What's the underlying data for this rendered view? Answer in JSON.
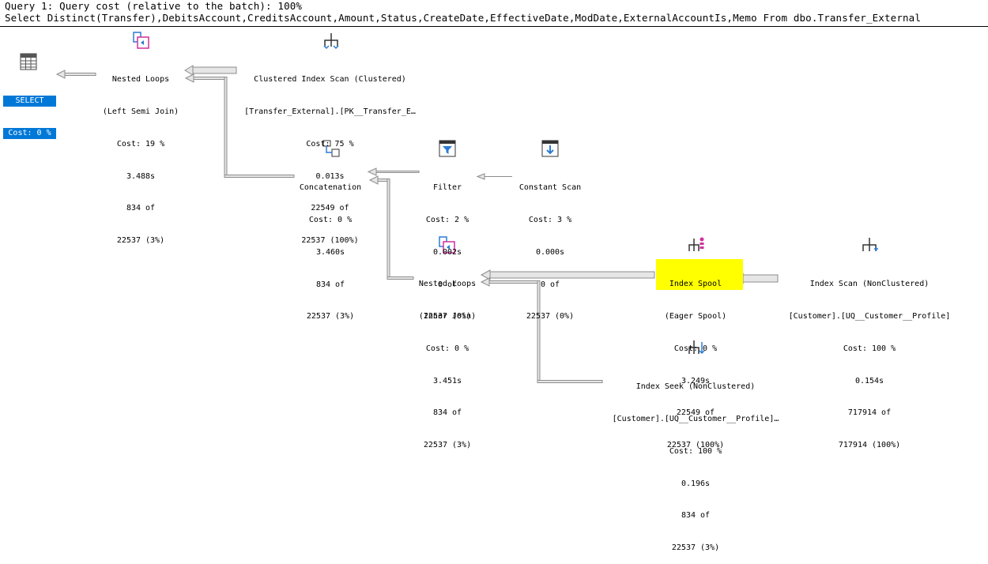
{
  "header": {
    "line1": "Query 1: Query cost (relative to the batch): 100%",
    "line2": "Select Distinct(Transfer),DebitsAccount,CreditsAccount,Amount,Status,CreateDate,EffectiveDate,ModDate,ExternalAccountIs,Memo From dbo.Transfer_External"
  },
  "nodes": {
    "select": {
      "label": "SELECT",
      "cost": "Cost: 0 %",
      "icon": "table-icon"
    },
    "nested_loops_semi": {
      "label": "Nested Loops",
      "sub": "(Left Semi Join)",
      "cost": "Cost: 19 %",
      "time": "3.488s",
      "rows": "834 of",
      "est": "22537 (3%)",
      "icon": "nested-loops-icon"
    },
    "clustered_index_scan": {
      "label": "Clustered Index Scan (Clustered)",
      "sub": "[Transfer_External].[PK__Transfer_E…",
      "cost": "Cost: 75 %",
      "time": "0.013s",
      "rows": "22549 of",
      "est": "22537 (100%)",
      "icon": "clustered-index-scan-icon"
    },
    "concatenation": {
      "label": "Concatenation",
      "cost": "Cost: 0 %",
      "time": "3.460s",
      "rows": "834 of",
      "est": "22537 (3%)",
      "icon": "concatenation-icon"
    },
    "filter": {
      "label": "Filter",
      "cost": "Cost: 2 %",
      "time": "0.002s",
      "rows": "0 of",
      "est": "22537 (0%)",
      "icon": "filter-icon"
    },
    "constant_scan": {
      "label": "Constant Scan",
      "cost": "Cost: 3 %",
      "time": "0.000s",
      "rows": "0 of",
      "est": "22537 (0%)",
      "icon": "constant-scan-icon"
    },
    "nested_loops_inner": {
      "label": "Nested Loops",
      "sub": "(Inner Join)",
      "cost": "Cost: 0 %",
      "time": "3.451s",
      "rows": "834 of",
      "est": "22537 (3%)",
      "icon": "nested-loops-icon"
    },
    "index_spool": {
      "label": "Index Spool",
      "sub": "(Eager Spool)",
      "cost": "Cost: 0 %",
      "time": "3.249s",
      "rows": "22549 of",
      "est": "22537 (100%)",
      "icon": "index-spool-icon"
    },
    "index_scan": {
      "label": "Index Scan (NonClustered)",
      "sub": "[Customer].[UQ__Customer__Profile]",
      "cost": "Cost: 100 %",
      "time": "0.154s",
      "rows": "717914 of",
      "est": "717914 (100%)",
      "icon": "index-scan-icon"
    },
    "index_seek": {
      "label": "Index Seek (NonClustered)",
      "sub": "[Customer].[UQ__Customer__Profile]…",
      "cost": "Cost: 100 %",
      "time": "0.196s",
      "rows": "834 of",
      "est": "22537 (3%)",
      "icon": "index-seek-icon"
    }
  },
  "colors": {
    "select_bg": "#0078d7",
    "highlight": "#ffff00",
    "arrow_fill": "#e6e6e6",
    "arrow_stroke": "#808080"
  }
}
